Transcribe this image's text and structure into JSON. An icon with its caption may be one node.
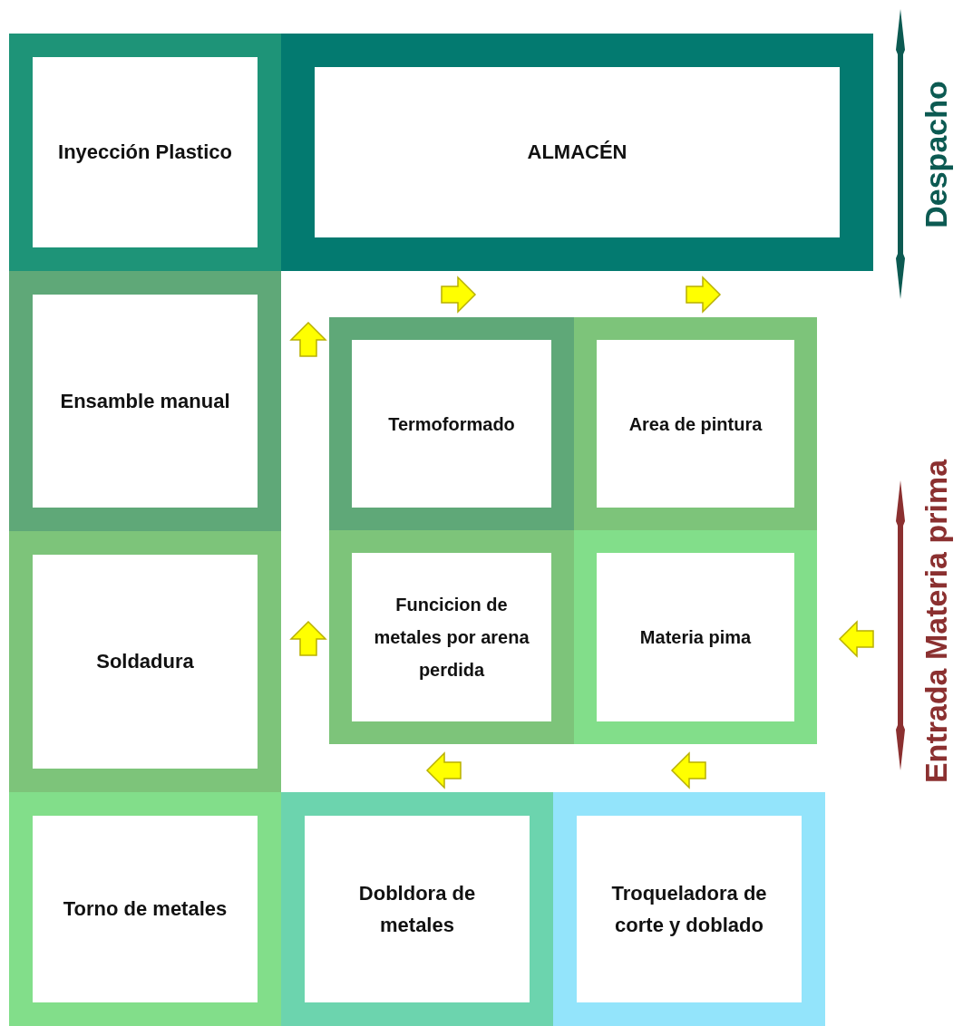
{
  "diagram": {
    "nodes": [
      {
        "text": [
          "Inyección Plastico"
        ]
      },
      {
        "text": [
          "ALMACÉN"
        ]
      },
      {
        "text": [
          "Ensamble manual"
        ]
      },
      {
        "text": [
          "Termoformado"
        ]
      },
      {
        "text": [
          "Area de pintura"
        ]
      },
      {
        "text": [
          "Funcicion de metales por arena perdida"
        ]
      },
      {
        "text": [
          "Materia pima"
        ]
      },
      {
        "text": [
          "Soldadura"
        ]
      },
      {
        "text": [
          "Torno de metales"
        ]
      },
      {
        "text": [
          "Dobldora de metales"
        ]
      },
      {
        "text": [
          "Troqueladora de corte y doblado"
        ]
      }
    ],
    "edges": [
      {
        "from": 3,
        "to": 1,
        "arrow": "to"
      },
      {
        "from": 1,
        "to": 4,
        "arrow": "to"
      },
      {
        "from": 3,
        "to": 2,
        "arrow": "to"
      },
      {
        "from": 7,
        "to": 5,
        "arrow": "to"
      },
      {
        "from": null,
        "to": 6,
        "arrow": "to"
      },
      {
        "from": 5,
        "to": 9,
        "arrow": "to"
      },
      {
        "from": 6,
        "to": 10,
        "arrow": "to"
      }
    ],
    "labels": [
      "Despacho",
      "Entrada Materia prima"
    ]
  }
}
